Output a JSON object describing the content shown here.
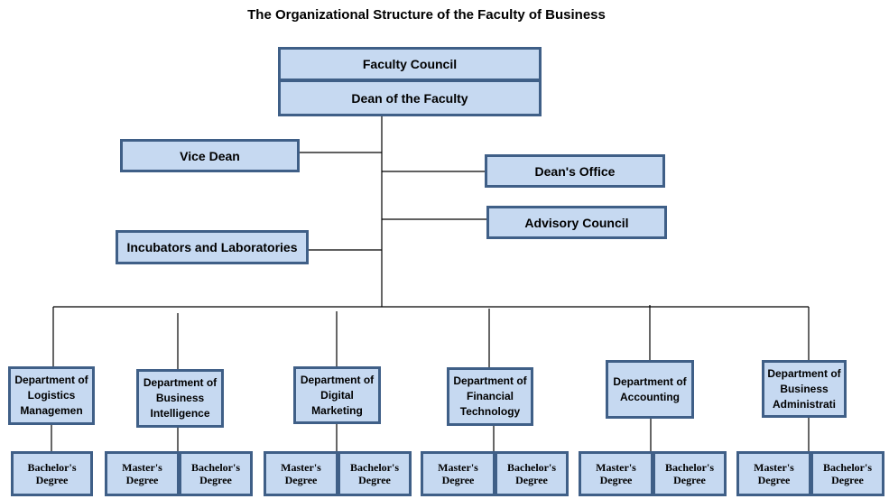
{
  "title": "The Organizational Structure of the Faculty of Business",
  "top": {
    "faculty_council": "Faculty Council",
    "dean": "Dean of the Faculty"
  },
  "side": {
    "vice_dean": "Vice Dean",
    "deans_office": "Dean's Office",
    "advisory_council": "Advisory Council",
    "incubators": "Incubators and Laboratories"
  },
  "departments": [
    {
      "name": "Department of Logistics Managemen",
      "programs": [
        "Bachelor's Degree"
      ]
    },
    {
      "name": "Department of Business Intelligence",
      "programs": [
        "Master's Degree",
        "Bachelor's Degree"
      ]
    },
    {
      "name": "Department of Digital Marketing",
      "programs": [
        "Master's Degree",
        "Bachelor's Degree"
      ]
    },
    {
      "name": "Department of Financial Technology",
      "programs": [
        "Master's Degree",
        "Bachelor's Degree"
      ]
    },
    {
      "name": "Department of Accounting",
      "programs": [
        "Master's Degree",
        "Bachelor's Degree"
      ]
    },
    {
      "name": "Department of Business Administrati",
      "programs": [
        "Master's Degree",
        "Bachelor's Degree"
      ]
    }
  ]
}
